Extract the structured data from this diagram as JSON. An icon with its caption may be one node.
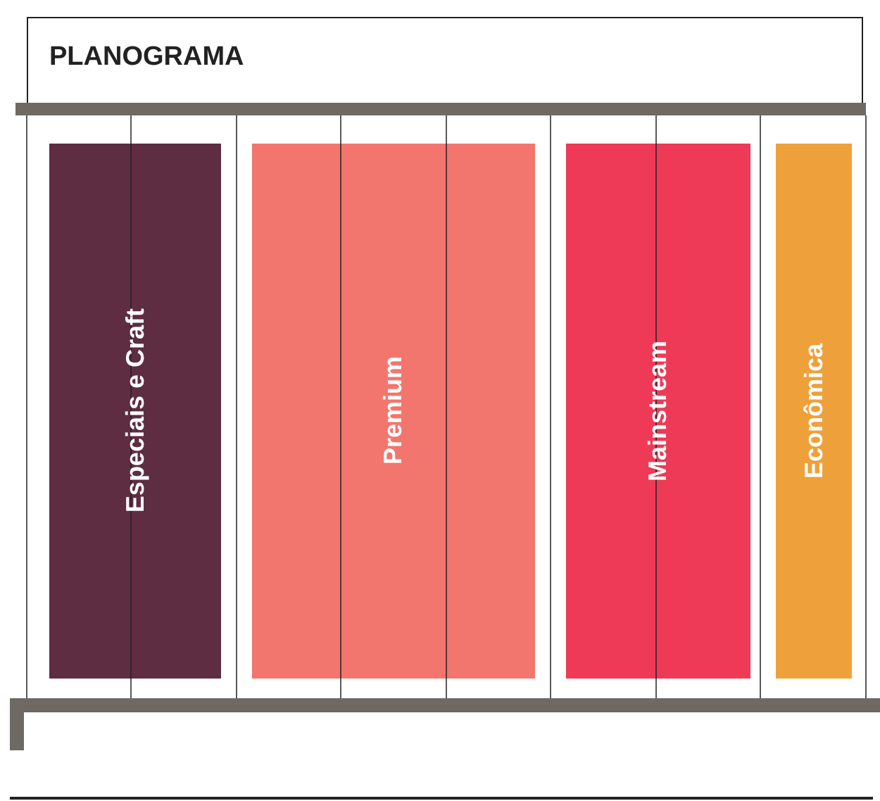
{
  "diagram": {
    "title": "PLANOGRAMA",
    "nodes": [
      {
        "text": [
          "Especiais e Craft"
        ]
      },
      {
        "text": [
          "Premium"
        ]
      },
      {
        "text": [
          "Mainstream"
        ]
      },
      {
        "text": [
          "Econômica"
        ]
      }
    ]
  }
}
